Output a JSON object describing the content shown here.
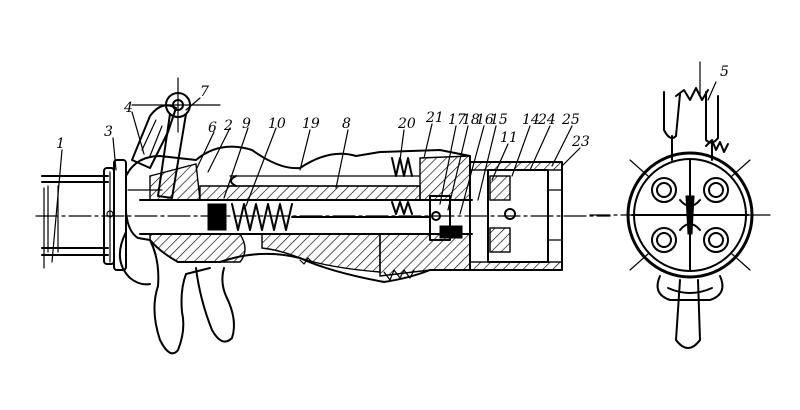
{
  "callouts": [
    {
      "id": "1",
      "text": "1"
    },
    {
      "id": "2",
      "text": "2"
    },
    {
      "id": "3",
      "text": "3"
    },
    {
      "id": "4",
      "text": "4"
    },
    {
      "id": "5",
      "text": "5"
    },
    {
      "id": "6",
      "text": "6"
    },
    {
      "id": "7",
      "text": "7"
    },
    {
      "id": "8",
      "text": "8"
    },
    {
      "id": "9",
      "text": "9"
    },
    {
      "id": "10",
      "text": "10"
    },
    {
      "id": "11",
      "text": "11"
    },
    {
      "id": "14",
      "text": "14"
    },
    {
      "id": "15",
      "text": "15"
    },
    {
      "id": "16",
      "text": "16"
    },
    {
      "id": "17",
      "text": "17"
    },
    {
      "id": "18",
      "text": "18"
    },
    {
      "id": "19",
      "text": "19"
    },
    {
      "id": "20",
      "text": "20"
    },
    {
      "id": "21",
      "text": "21"
    },
    {
      "id": "23",
      "text": "23"
    },
    {
      "id": "24",
      "text": "24"
    },
    {
      "id": "25",
      "text": "25"
    }
  ],
  "colors": {
    "ink": "#000000",
    "paper": "#ffffff"
  }
}
